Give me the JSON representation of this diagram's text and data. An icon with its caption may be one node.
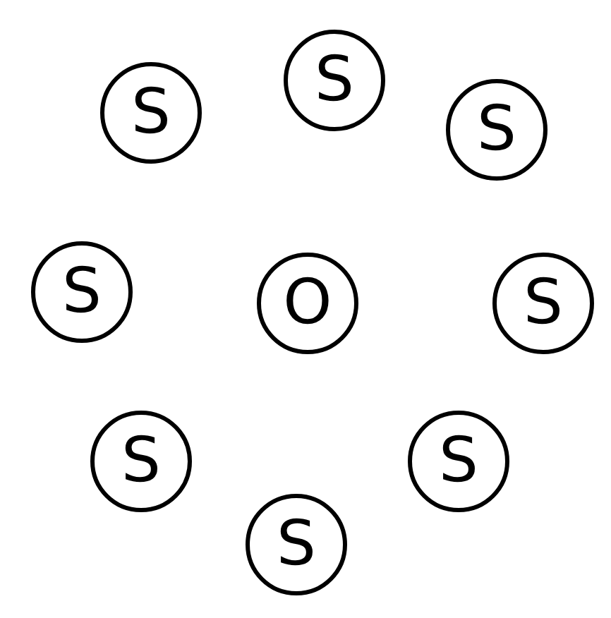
{
  "diagram": {
    "nodes": [
      {
        "text": [
          "S"
        ]
      },
      {
        "text": [
          "S"
        ]
      },
      {
        "text": [
          "S"
        ]
      },
      {
        "text": [
          "S"
        ]
      },
      {
        "text": [
          "O"
        ]
      },
      {
        "text": [
          "S"
        ]
      },
      {
        "text": [
          "S"
        ]
      },
      {
        "text": [
          "S"
        ]
      },
      {
        "text": [
          "S"
        ]
      }
    ]
  }
}
